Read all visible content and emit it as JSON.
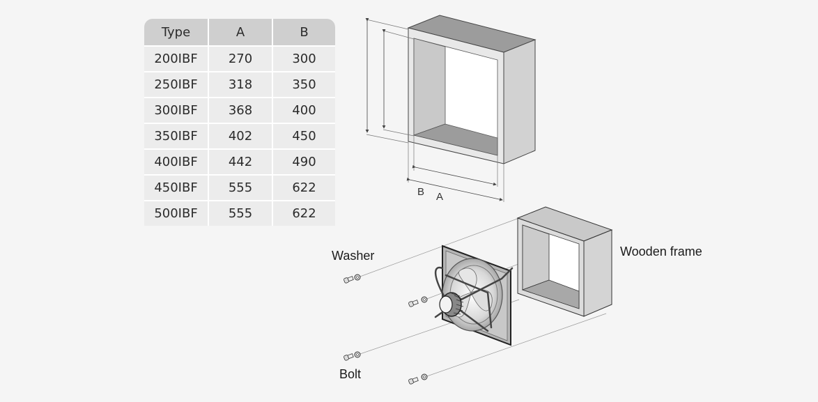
{
  "spec_table": {
    "headers": [
      "Type",
      "A",
      "B"
    ],
    "rows": [
      {
        "type": "200IBF",
        "a": "270",
        "b": "300"
      },
      {
        "type": "250IBF",
        "a": "318",
        "b": "350"
      },
      {
        "type": "300IBF",
        "a": "368",
        "b": "400"
      },
      {
        "type": "350IBF",
        "a": "402",
        "b": "450"
      },
      {
        "type": "400IBF",
        "a": "442",
        "b": "490"
      },
      {
        "type": "450IBF",
        "a": "555",
        "b": "622"
      },
      {
        "type": "500IBF",
        "a": "555",
        "b": "622"
      }
    ]
  },
  "dimension_diagram": {
    "label_b": "B",
    "label_a": "A"
  },
  "assembly_diagram": {
    "washer_label": "Washer",
    "bolt_label": "Bolt",
    "frame_label": "Wooden frame"
  },
  "colors": {
    "background": "#f5f5f5",
    "table_header": "#cfcfcf",
    "table_cell": "#ececec",
    "box_front": "#e8e8e8",
    "box_top": "#9c9c9c",
    "box_side": "#d2d2d2",
    "box_inner_side": "#c9c9c9",
    "line": "#555555"
  }
}
